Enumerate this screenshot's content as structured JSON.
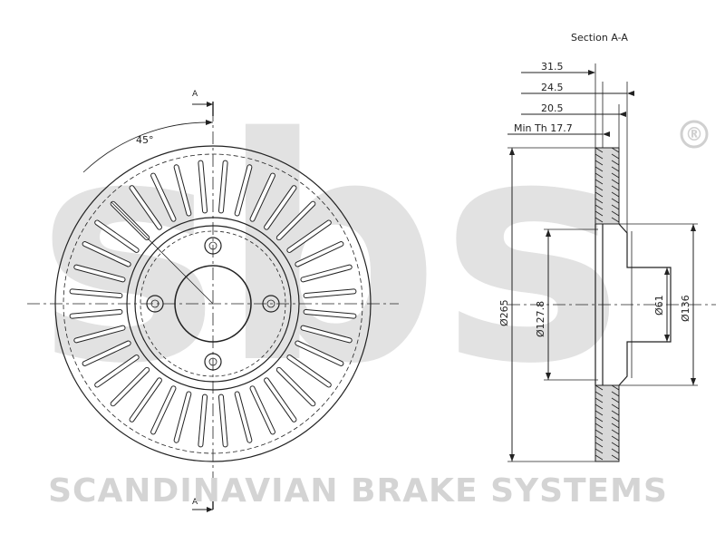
{
  "watermark": {
    "logo_text": "sbs",
    "registered_mark": "®",
    "brand_name": "SCANDINAVIAN BRAKE SYSTEMS"
  },
  "front_view": {
    "section_marker_top": "A",
    "section_marker_bottom": "A",
    "angle_label": "45°",
    "vent_slot_count": 36,
    "bolt_hole_count": 4
  },
  "section_view": {
    "title": "Section A-A",
    "dimensions": {
      "thickness_total": "31.5",
      "thickness_hat": "24.5",
      "thickness_disc": "20.5",
      "min_thickness": "Min Th 17.7",
      "outer_diameter": "Ø265",
      "hat_diameter": "Ø127.8",
      "bore_diameter": "Ø61",
      "inner_diameter": "Ø136"
    }
  },
  "colors": {
    "line": "#222222",
    "watermark": "#e2e2e2",
    "brand_text": "#d4d4d4"
  }
}
